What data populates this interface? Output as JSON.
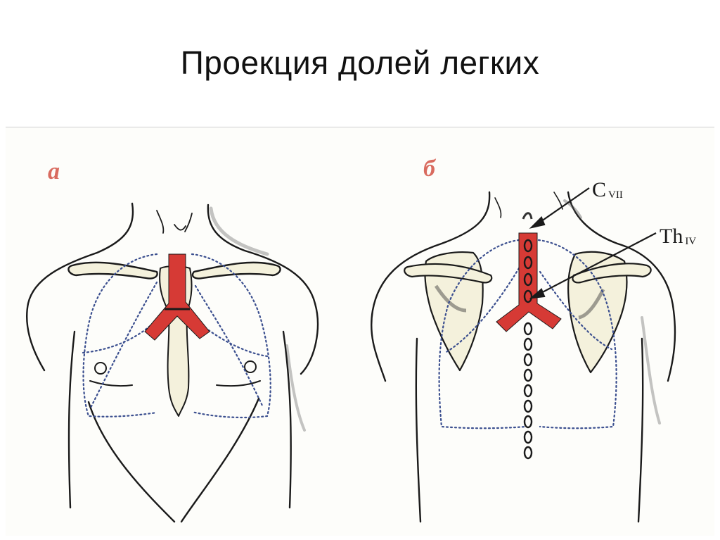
{
  "slide": {
    "title": "Проекция долей легких"
  },
  "figure": {
    "panel_a_label": "а",
    "panel_b_label": "б",
    "callouts": [
      {
        "main": "C",
        "sub": "VII"
      },
      {
        "main": "Th",
        "sub": "IV"
      }
    ]
  },
  "colors": {
    "trachea": "#d63a35",
    "panel_letters": "#d96b5f",
    "lung_outline": "#3b4f8f",
    "body_outline": "#1a1a1a",
    "bone_fill": "#f4f1dc"
  }
}
